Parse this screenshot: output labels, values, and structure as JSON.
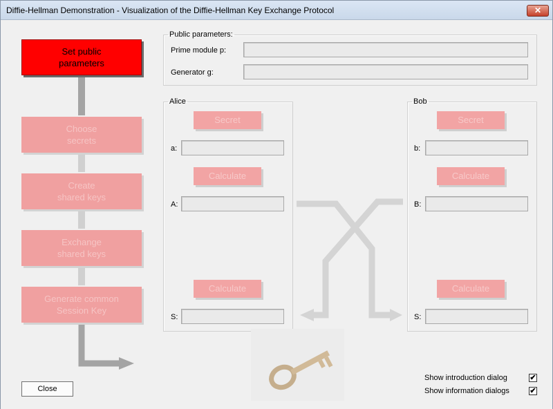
{
  "window": {
    "title": "Diffie-Hellman Demonstration - Visualization of the Diffie-Hellman Key Exchange Protocol",
    "close_glyph": "✕"
  },
  "steps": [
    {
      "label": "Set public\nparameters",
      "state": "active"
    },
    {
      "label": "Choose\nsecrets",
      "state": "disabled"
    },
    {
      "label": "Create\nshared keys",
      "state": "disabled"
    },
    {
      "label": "Exchange\nshared keys",
      "state": "disabled"
    },
    {
      "label": "Generate common\nSession Key",
      "state": "disabled"
    }
  ],
  "public_params": {
    "legend": "Public parameters:",
    "prime_label": "Prime module p:",
    "prime_value": "",
    "generator_label": "Generator g:",
    "generator_value": ""
  },
  "alice": {
    "legend": "Alice",
    "secret_button": "Secret",
    "a_label": "a:",
    "calc1_button": "Calculate",
    "A_label": "A:",
    "calc2_button": "Calculate",
    "S_label": "S:"
  },
  "bob": {
    "legend": "Bob",
    "secret_button": "Secret",
    "b_label": "b:",
    "calc1_button": "Calculate",
    "B_label": "B:",
    "calc2_button": "Calculate",
    "S_label": "S:"
  },
  "footer": {
    "close_button": "Close",
    "show_intro_label": "Show introduction dialog",
    "show_intro_checked": true,
    "show_info_label": "Show information dialogs",
    "show_info_checked": true,
    "check_glyph": "✔"
  },
  "colors": {
    "active_step": "#ff0000",
    "disabled_step": "#f0a0a0",
    "connector": "#a4a4a4"
  }
}
